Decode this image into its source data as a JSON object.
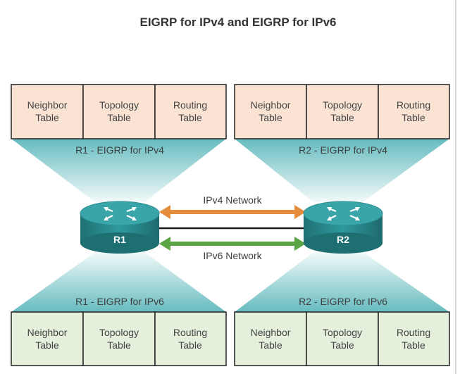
{
  "title": "EIGRP for IPv4 and EIGRP for IPv6",
  "colors": {
    "ipv4_table_fill": "#fbe3d4",
    "ipv6_table_fill": "#e4efdc",
    "table_border": "#222222",
    "funnel": "#5eb8bc",
    "router_body": "#2b8a8e",
    "router_top": "#3aa5a9",
    "ipv4_arrow": "#e58c3c",
    "ipv6_arrow": "#5aa445",
    "link": "#1a1a1a",
    "right_edge_line": "#999999"
  },
  "r1": {
    "label": "R1",
    "ipv4_band": "R1 - EIGRP for IPv4",
    "ipv6_band": "R1 - EIGRP for IPv6",
    "ipv4_tables": [
      {
        "line1": "Neighbor",
        "line2": "Table"
      },
      {
        "line1": "Topology",
        "line2": "Table"
      },
      {
        "line1": "Routing",
        "line2": "Table"
      }
    ],
    "ipv6_tables": [
      {
        "line1": "Neighbor",
        "line2": "Table"
      },
      {
        "line1": "Topology",
        "line2": "Table"
      },
      {
        "line1": "Routing",
        "line2": "Table"
      }
    ]
  },
  "r2": {
    "label": "R2",
    "ipv4_band": "R2 - EIGRP for IPv4",
    "ipv6_band": "R2 - EIGRP for IPv6",
    "ipv4_tables": [
      {
        "line1": "Neighbor",
        "line2": "Table"
      },
      {
        "line1": "Topology",
        "line2": "Table"
      },
      {
        "line1": "Routing",
        "line2": "Table"
      }
    ],
    "ipv6_tables": [
      {
        "line1": "Neighbor",
        "line2": "Table"
      },
      {
        "line1": "Topology",
        "line2": "Table"
      },
      {
        "line1": "Routing",
        "line2": "Table"
      }
    ]
  },
  "links": {
    "ipv4_label": "IPv4 Network",
    "ipv6_label": "IPv6 Network"
  }
}
